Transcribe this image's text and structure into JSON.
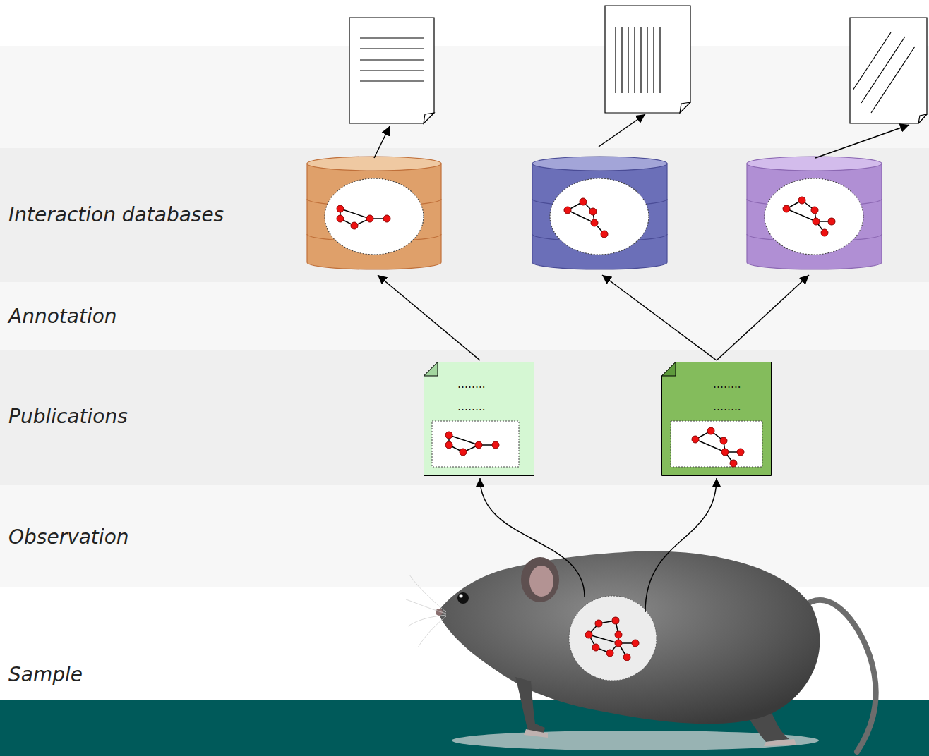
{
  "diagram": {
    "nodes": [
      {
        "text": [
          "Interaction databases"
        ]
      },
      {
        "text": [
          "Annotation"
        ]
      },
      {
        "text": [
          "Publications"
        ]
      },
      {
        "text": [
          "……..",
          "…….."
        ],
        "in": 2
      },
      {
        "text": [
          "……..",
          "…….."
        ],
        "in": 2
      },
      {
        "text": [
          "Observation"
        ]
      },
      {
        "text": [
          "Sample"
        ]
      }
    ]
  }
}
